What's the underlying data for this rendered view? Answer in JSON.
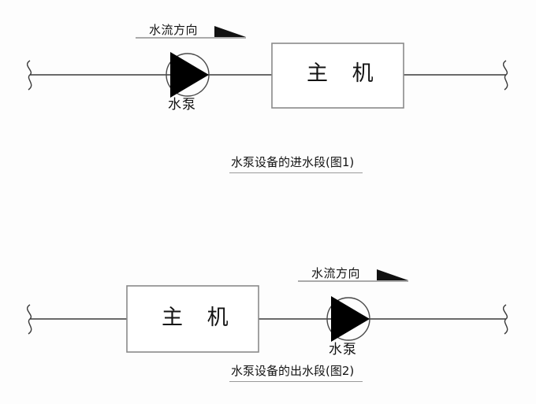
{
  "page": {
    "background_color": "#fdfdfd",
    "line_color": "#3a3a3a",
    "box_stroke_color": "#8a8a8a",
    "fill_color": "#000000",
    "text_color": "#141414"
  },
  "figures": [
    {
      "id": "figure-1",
      "caption": "水泵设备的进水段(图1)",
      "flow_label": "水流方向",
      "pump_label": "水泵",
      "host_label": "主 机",
      "order": "pump-then-host"
    },
    {
      "id": "figure-2",
      "caption": "水泵设备的出水段(图2)",
      "flow_label": "水流方向",
      "pump_label": "水泵",
      "host_label": "主 机",
      "order": "host-then-pump"
    }
  ]
}
